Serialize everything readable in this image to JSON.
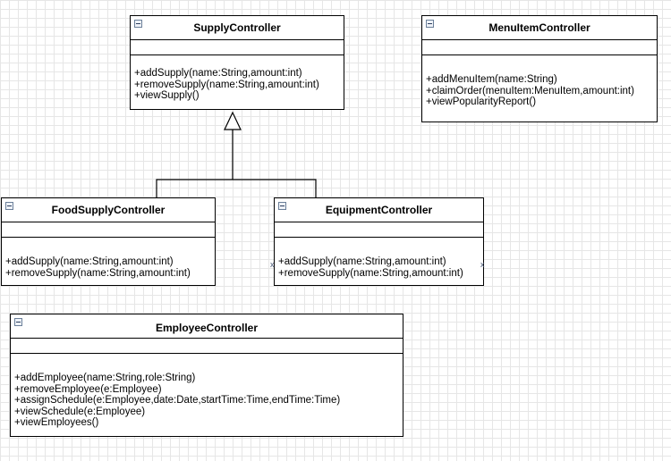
{
  "classes": {
    "supply": {
      "name": "SupplyController",
      "collapse_icon": "minus-box-icon",
      "ops": [
        "+addSupply(name:String,amount:int)",
        "+removeSupply(name:String,amount:int)",
        "+viewSupply()"
      ]
    },
    "menu": {
      "name": "MenuItemController",
      "collapse_icon": "minus-box-icon",
      "ops": [
        "+addMenuItem(name:String)",
        "+claimOrder(menuItem:MenuItem,amount:int)",
        "+viewPopularityReport()"
      ]
    },
    "food": {
      "name": "FoodSupplyController",
      "collapse_icon": "minus-box-icon",
      "ops": [
        "+addSupply(name:String,amount:int)",
        "+removeSupply(name:String,amount:int)"
      ]
    },
    "equipment": {
      "name": "EquipmentController",
      "collapse_icon": "minus-box-icon",
      "ops": [
        "+addSupply(name:String,amount:int)",
        "+removeSupply(name:String,amount:int)"
      ]
    },
    "employee": {
      "name": "EmployeeController",
      "collapse_icon": "minus-box-icon",
      "ops": [
        "+addEmployee(name:String,role:String)",
        "+removeEmployee(e:Employee)",
        "+assignSchedule(e:Employee,date:Date,startTime:Time,endTime:Time)",
        "+viewSchedule(e:Employee)",
        "+viewEmployees()"
      ]
    }
  },
  "relations": [
    {
      "type": "generalization",
      "child": "FoodSupplyController",
      "parent": "SupplyController"
    },
    {
      "type": "generalization",
      "child": "EquipmentController",
      "parent": "SupplyController"
    }
  ],
  "markers": {
    "connection_point": "x"
  }
}
